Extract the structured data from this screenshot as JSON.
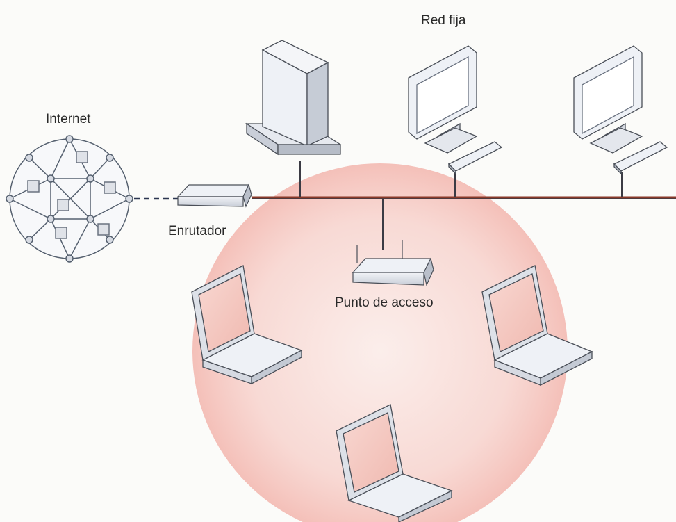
{
  "labels": {
    "fixed_network": "Red fija",
    "internet": "Internet",
    "router": "Enrutador",
    "access_point": "Punto de acceso"
  },
  "colors": {
    "background": "#fbfbf9",
    "wireless_zone": "#f4b8b2",
    "lan_line": "#8a3a2a",
    "device_fill": "#eef1f6",
    "device_stroke": "#4a4f58",
    "screen": "#f5c9c2"
  },
  "icons": [
    "internet-globe-icon",
    "router-icon",
    "server-icon",
    "desktop-icon",
    "access-point-icon",
    "laptop-icon"
  ]
}
